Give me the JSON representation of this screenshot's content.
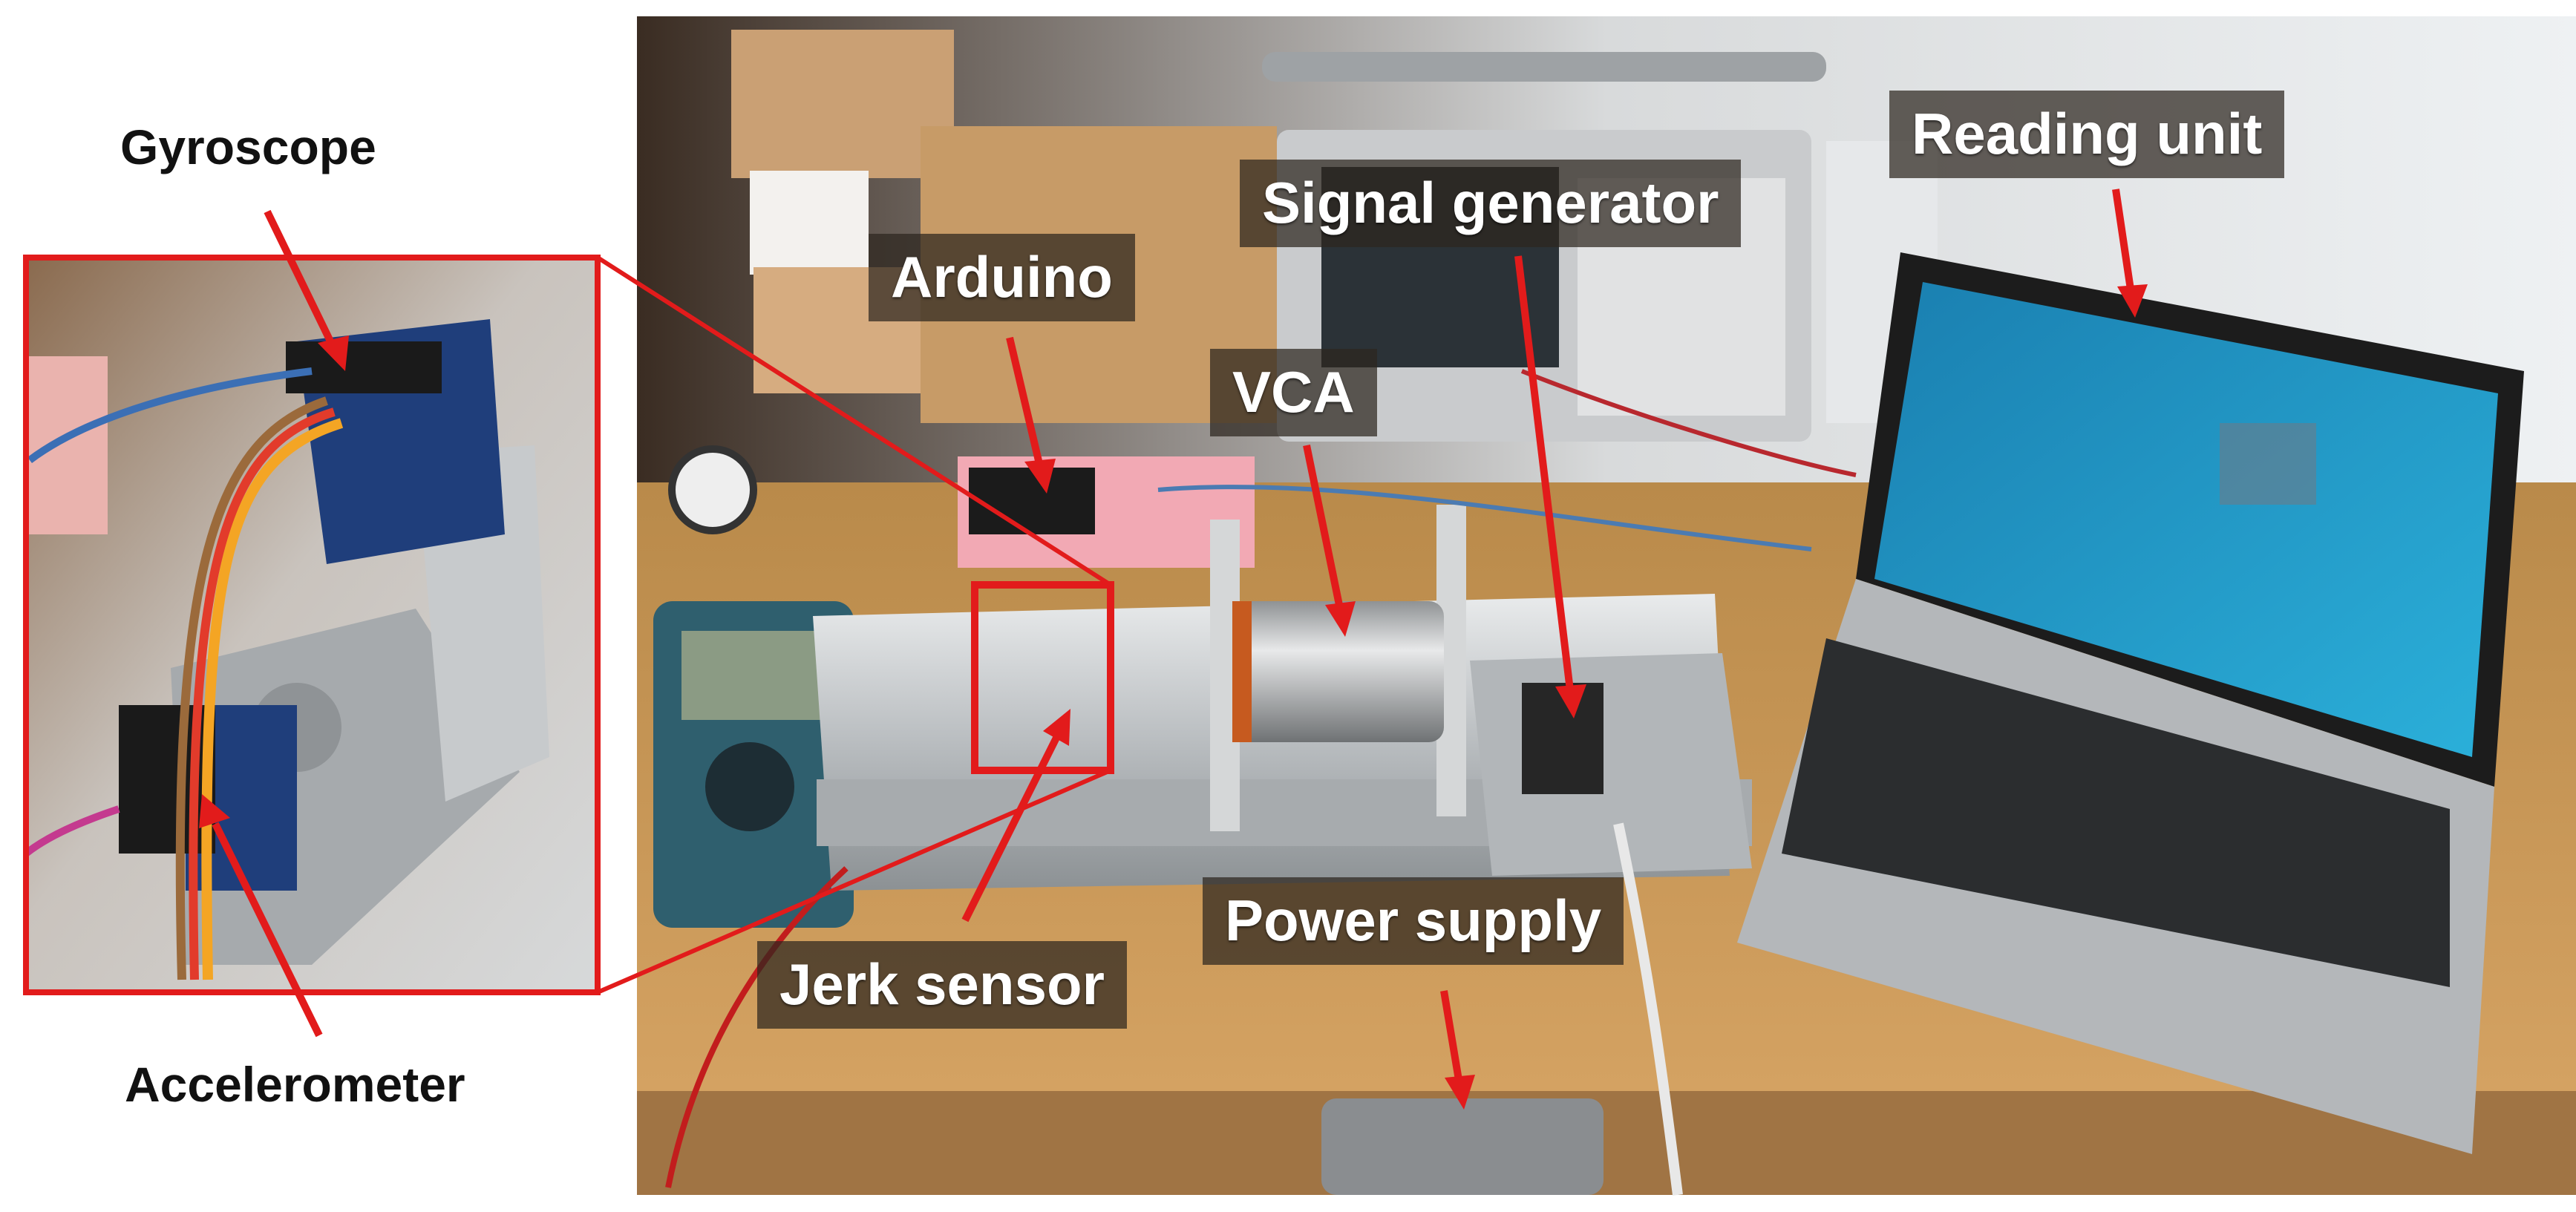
{
  "labels": {
    "gyroscope": "Gyroscope",
    "accelerometer": "Accelerometer",
    "arduino": "Arduino",
    "vca": "VCA",
    "signal_generator": "Signal generator",
    "reading_unit": "Reading unit",
    "jerk_sensor": "Jerk sensor",
    "power_supply": "Power supply"
  },
  "colors": {
    "annotation": "#e21b1b",
    "label_box": "#2d261e",
    "bench": "#c9964f",
    "laptop_screen": "#1f8fbf"
  }
}
